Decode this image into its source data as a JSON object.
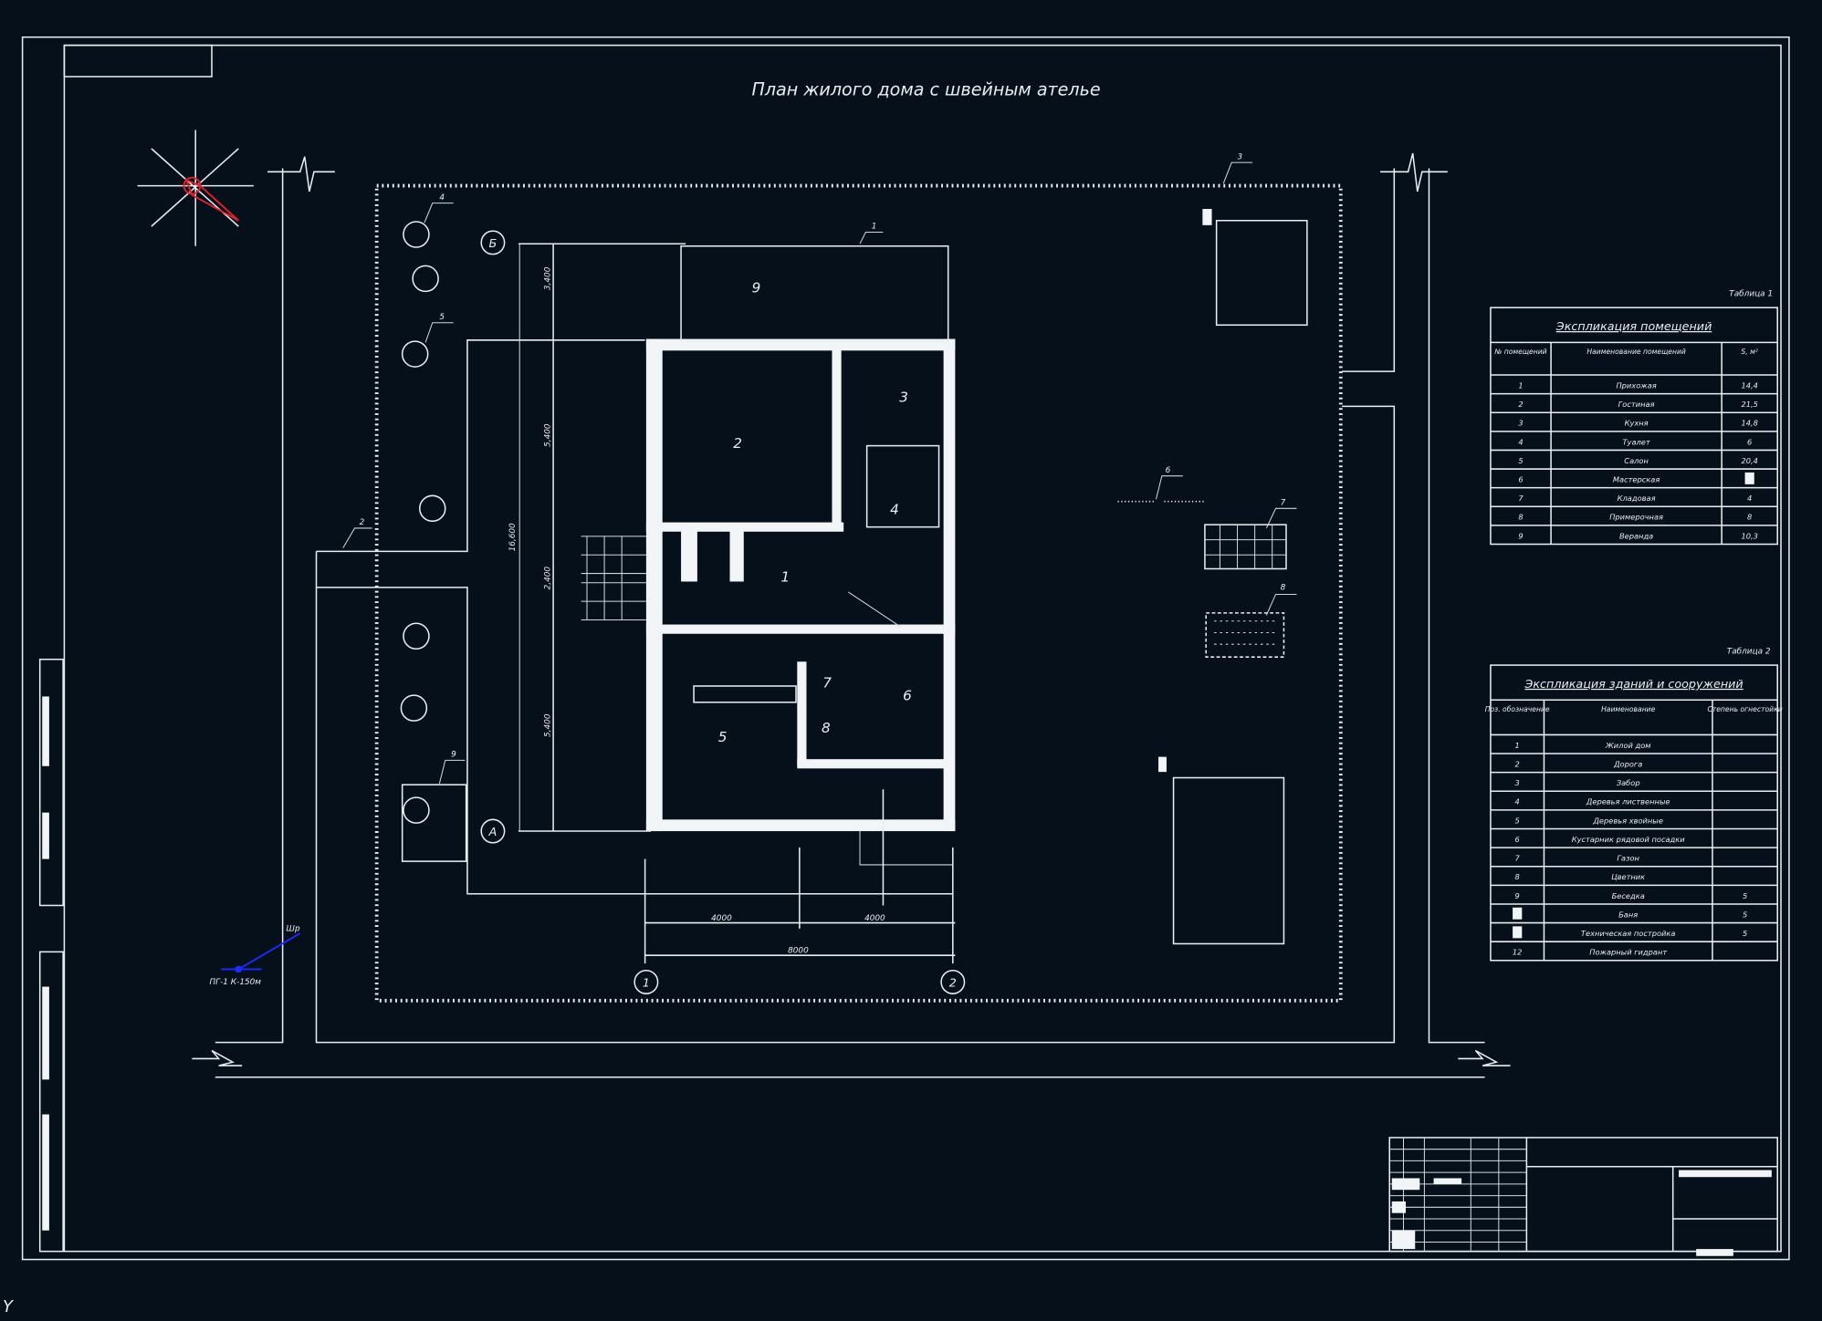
{
  "title": "План жилого дома с швейным ателье",
  "colors": {
    "background": "#06101a",
    "lines": "#e8eef2",
    "hydrant": "#1a2cff",
    "wind_rose": "#e0202a"
  },
  "axes": {
    "b": "Б",
    "a": "А",
    "one": "1",
    "two": "2"
  },
  "dims": {
    "d1": "3,400",
    "d2": "5,400",
    "d3": "2,400",
    "d4": "5,400",
    "total": "16,600",
    "w1": "4000",
    "w2": "4000",
    "wt": "8000"
  },
  "rooms": [
    "1",
    "2",
    "3",
    "4",
    "5",
    "6",
    "7",
    "8",
    "9"
  ],
  "leaders": {
    "house": "1",
    "road": "2",
    "fence": "3",
    "tree_dec": "4",
    "tree_con": "5",
    "shrub": "6",
    "lawn": "7",
    "flowers": "8",
    "gazebo": "9"
  },
  "hydrant": {
    "label": "ПГ-1 К-150м",
    "tag": "Шр"
  },
  "table1": {
    "caption": "Таблица 1",
    "title": "Экспликация помещений",
    "headers": [
      "№ помещений",
      "Наименование помещений",
      "S, м²"
    ],
    "rows": [
      [
        "1",
        "Прихожая",
        "14,4"
      ],
      [
        "2",
        "Гостиная",
        "21,5"
      ],
      [
        "3",
        "Кухня",
        "14,8"
      ],
      [
        "4",
        "Туалет",
        "6"
      ],
      [
        "5",
        "Салон",
        "20,4"
      ],
      [
        "6",
        "Мастерская",
        ""
      ],
      [
        "7",
        "Кладовая",
        "4"
      ],
      [
        "8",
        "Примерочная",
        "8"
      ],
      [
        "9",
        "Веранда",
        "10,3"
      ]
    ]
  },
  "table2": {
    "caption": "Таблица 2",
    "title": "Экспликация зданий и сооружений",
    "headers": [
      "Поз. обозначение",
      "Наименование",
      "Степень огнестойки"
    ],
    "rows": [
      [
        "1",
        "Жилой дом",
        ""
      ],
      [
        "2",
        "Дорога",
        ""
      ],
      [
        "3",
        "Забор",
        ""
      ],
      [
        "4",
        "Деревья лиственные",
        ""
      ],
      [
        "5",
        "Деревья хвойные",
        ""
      ],
      [
        "6",
        "Кустарник рядовой посадки",
        ""
      ],
      [
        "7",
        "Газон",
        ""
      ],
      [
        "8",
        "Цветник",
        ""
      ],
      [
        "9",
        "Беседка",
        "5"
      ],
      [
        "",
        "Баня",
        "5"
      ],
      [
        "",
        "Техническая постройка",
        "5"
      ],
      [
        "12",
        "Пожарный гидрант",
        ""
      ]
    ]
  },
  "ucs": "Y"
}
